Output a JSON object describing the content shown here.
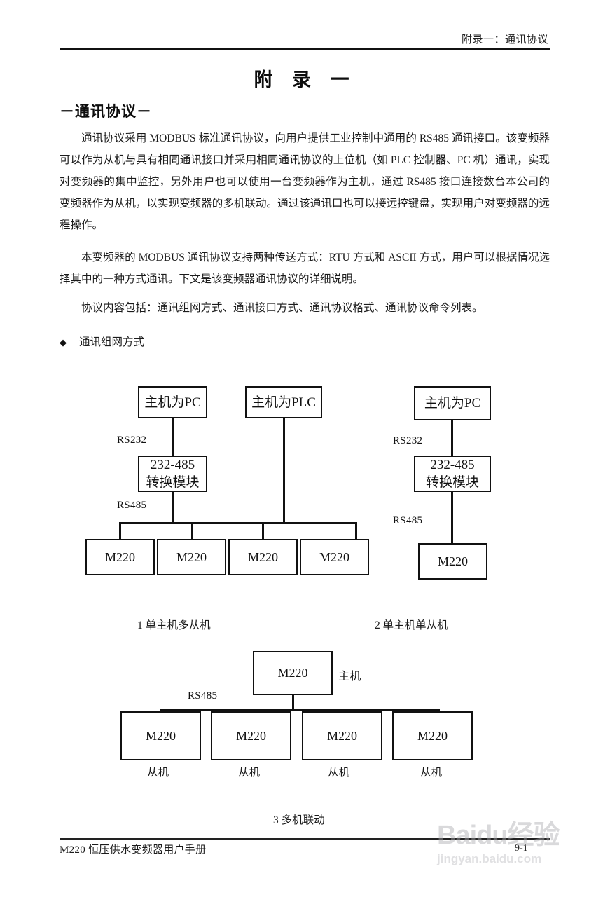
{
  "header": {
    "running_head": "附录一：通讯协议"
  },
  "title": {
    "main": "附 录 一",
    "sub": "－通讯协议－"
  },
  "body": {
    "paragraph1": "通讯协议采用 MODBUS 标准通讯协议，向用户提供工业控制中通用的 RS485 通讯接口。该变频器可以作为从机与具有相同通讯接口并采用相同通讯协议的上位机（如 PLC 控制器、PC 机）通讯，实现对变频器的集中监控，另外用户也可以使用一台变频器作为主机，通过 RS485 接口连接数台本公司的变频器作为从机，以实现变频器的多机联动。通过该通讯口也可以接远控键盘，实现用户对变频器的远程操作。",
    "paragraph2": "本变频器的 MODBUS 通讯协议支持两种传送方式：RTU 方式和 ASCII 方式，用户可以根据情况选择其中的一种方式通讯。下文是该变频器通讯协议的详细说明。",
    "paragraph3": "协议内容包括：通讯组网方式、通讯接口方式、通讯协议格式、通讯协议命令列表。",
    "bullet_mark": "◆",
    "bullet_label": "通讯组网方式"
  },
  "diagram1": {
    "caption": "1  单主机多从机",
    "host_pc": "主机为PC",
    "host_plc": "主机为PLC",
    "converter_line1": "232-485",
    "converter_line2": "转换模块",
    "label_rs232": "RS232",
    "label_rs485": "RS485",
    "slaves": [
      "M220",
      "M220",
      "M220",
      "M220"
    ]
  },
  "diagram2": {
    "caption": "2  单主机单从机",
    "host_pc": "主机为PC",
    "converter_line1": "232-485",
    "converter_line2": "转换模块",
    "label_rs232": "RS232",
    "label_rs485": "RS485",
    "slave": "M220"
  },
  "diagram3": {
    "caption": "3  多机联动",
    "master": "M220",
    "master_role": "主机",
    "label_rs485": "RS485",
    "slaves": [
      {
        "name": "M220",
        "role": "从机"
      },
      {
        "name": "M220",
        "role": "从机"
      },
      {
        "name": "M220",
        "role": "从机"
      },
      {
        "name": "M220",
        "role": "从机"
      }
    ]
  },
  "footer": {
    "manual_title": "M220 恒压供水变频器用户手册",
    "page_number": "9-1"
  },
  "watermark": {
    "main": "Baidu经验",
    "sub": "jingyan.baidu.com"
  }
}
